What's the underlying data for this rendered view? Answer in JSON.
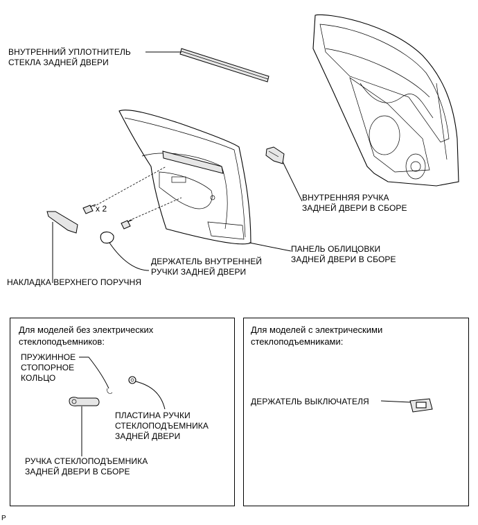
{
  "labels": {
    "inner_seal": "ВНУТРЕННИЙ УПЛОТНИТЕЛЬ\nСТЕКЛА ЗАДНЕЙ ДВЕРИ",
    "inner_handle": "ВНУТРЕННЯЯ РУЧКА\nЗАДНЕЙ ДВЕРИ В СБОРЕ",
    "trim_panel": "ПАНЕЛЬ ОБЛИЦОВКИ\nЗАДНЕЙ ДВЕРИ В СБОРЕ",
    "handle_holder": "ДЕРЖАТЕЛЬ ВНУТРЕННЕЙ\nРУЧКИ ЗАДНЕЙ ДВЕРИ",
    "armrest_cover": "НАКЛАДКА ВЕРХНЕГО ПОРУЧНЯ",
    "screw_count": "x 2",
    "spring_ring": "ПРУЖИННОЕ\nСТОПОРНОЕ\nКОЛЬЦО",
    "window_plate": "ПЛАСТИНА РУЧКИ\nСТЕКЛОПОДЪЕМНИКА\nЗАДНЕЙ ДВЕРИ",
    "window_handle": "РУЧКА СТЕКЛОПОДЪЕМНИКА\nЗАДНЕЙ ДВЕРИ В СБОРЕ",
    "switch_holder": "ДЕРЖАТЕЛЬ ВЫКЛЮЧАТЕЛЯ",
    "corner_mark": "P"
  },
  "boxes": {
    "manual": {
      "title": "Для моделей без электрических\nстеклоподъемников:"
    },
    "power": {
      "title": "Для моделей с электрическими\nстеклоподъемниками:"
    }
  }
}
